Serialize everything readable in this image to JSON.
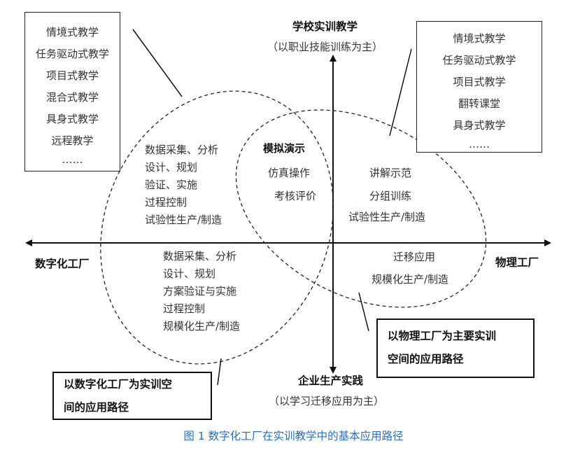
{
  "axes": {
    "top_title": "学校实训教学",
    "top_sub": "（以职业技能训练为主）",
    "bottom_title": "企业生产实践",
    "bottom_sub": "（以学习迁移应用为主）",
    "left": "数字化工厂",
    "right": "物理工厂"
  },
  "left_box": {
    "items": [
      "情境式教学",
      "任务驱动式教学",
      "项目式教学",
      "混合式教学",
      "具身式教学",
      "远程教学",
      "……"
    ]
  },
  "right_box": {
    "items": [
      "情境式教学",
      "任务驱动式教学",
      "项目式教学",
      "翻转课堂",
      "具身式教学",
      "……"
    ]
  },
  "quadrants": {
    "upper_left": [
      "数据采集、分析",
      "设计、规划",
      "验证、实施",
      "过程控制",
      "试验性生产/制造"
    ],
    "center": [
      "模拟演示",
      "仿真操作",
      "考核评价"
    ],
    "upper_right": [
      "讲解示范",
      "分组训练",
      "试验性生产/制造"
    ],
    "lower_left": [
      "数据采集、分析",
      "设计、规划",
      "方案验证与实施",
      "过程控制",
      "规模化生产/制造"
    ],
    "lower_right": [
      "迁移应用",
      "规模化生产/制造"
    ]
  },
  "callouts": {
    "digital": [
      "以数字化工厂为实训空",
      "间的应用路径"
    ],
    "physical": [
      "以物理工厂为主要实训",
      "空间的应用路径"
    ]
  },
  "caption": "图 1 数字化工厂在实训教学中的基本应用路径"
}
